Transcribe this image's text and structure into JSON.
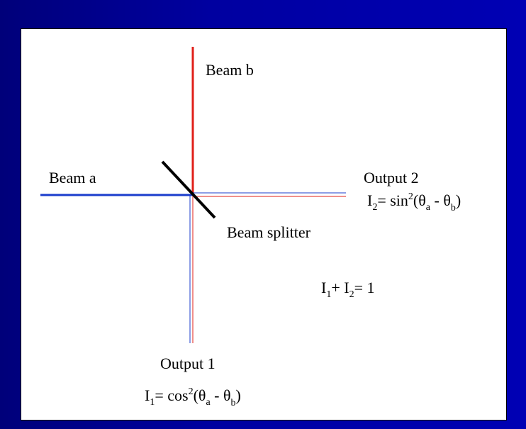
{
  "diagram": {
    "labels": {
      "beam_a": "Beam a",
      "beam_b": "Beam b",
      "beam_splitter": "Beam splitter",
      "output_1": "Output 1",
      "output_2": "Output 2"
    },
    "equations": {
      "output_1": {
        "lhs": "I",
        "lhs_sub": "1",
        "eq": "= cos",
        "power": "2",
        "arg_open": "(θ",
        "sub_a": "a",
        "minus": " - θ",
        "sub_b": "b",
        "close": ")"
      },
      "output_2": {
        "lhs": "I",
        "lhs_sub": "2",
        "eq": "= sin",
        "power": "2",
        "arg_open": "(θ",
        "sub_a": "a",
        "minus": " - θ",
        "sub_b": "b",
        "close": ")"
      },
      "sum": {
        "i1": "I",
        "i1_sub": "1",
        "plus": "+  I",
        "i2_sub": "2",
        "rhs": "= 1"
      }
    },
    "colors": {
      "beam_a": "#1a3ccc",
      "beam_b": "#e0201a",
      "splitter": "#000000"
    }
  }
}
